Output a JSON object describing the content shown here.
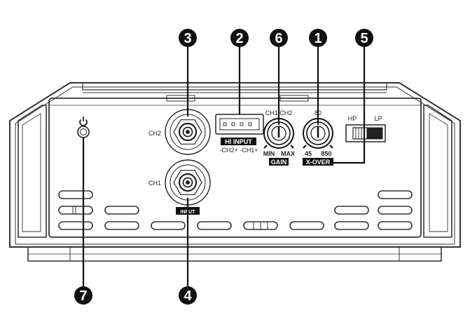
{
  "callouts": [
    "1",
    "2",
    "3",
    "4",
    "5",
    "6",
    "7"
  ],
  "labels": {
    "ch2": "CH2",
    "ch1": "CH1",
    "hi_input": "HI INPUT",
    "hi_input_pins": "-CH2+ -CH1+",
    "input": "INPUT",
    "ch1_ch2": "CH1/CH2",
    "gain": "GAIN",
    "gain_min": "MIN",
    "gain_max": "MAX",
    "xover_top": "80",
    "xover": "X-OVER",
    "xover_min": "45",
    "xover_max": "850",
    "hp": "HP",
    "lp": "LP"
  },
  "icons": {
    "power": "power-icon"
  }
}
